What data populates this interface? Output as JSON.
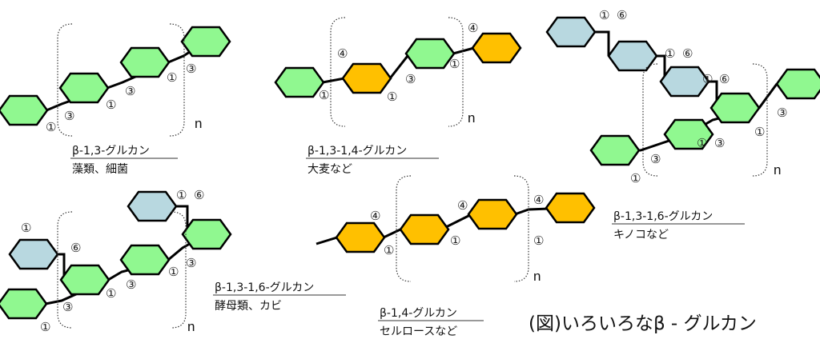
{
  "colors": {
    "glucose13": "#90f890",
    "glucose14": "#ffc000",
    "glucose16": "#b8d8e0"
  },
  "panels": [
    {
      "title": "β-1,3-グルカン",
      "source": "藻類、細菌",
      "repeat": "n",
      "labels": [
        "①",
        "③",
        "①",
        "③",
        "①",
        "③"
      ]
    },
    {
      "title": "β-1,3-1,4-グルカン",
      "source": "大麦など",
      "repeat": "n",
      "labels": [
        "①",
        "④",
        "①",
        "③",
        "①",
        "④"
      ]
    },
    {
      "title": "β-1,3-1,6-グルカン",
      "source": "キノコなど",
      "repeat": "n",
      "labels": [
        "①",
        "⑥",
        "①",
        "⑥",
        "①",
        "⑥",
        "③",
        "①",
        "①",
        "③",
        "③",
        "①"
      ]
    },
    {
      "title": "β-1,3-1,6-グルカン",
      "source": "酵母類、カビ",
      "repeat": "n",
      "labels": [
        "①",
        "⑥",
        "③",
        "①",
        "③",
        "①",
        "③",
        "①",
        "⑥",
        "①"
      ]
    },
    {
      "title": "β-1,4-グルカン",
      "source": "セルロースなど",
      "repeat": "n",
      "labels": [
        "④",
        "①",
        "④",
        "①",
        "④",
        "①"
      ]
    }
  ],
  "caption": "(図)いろいろなβ - グルカン"
}
